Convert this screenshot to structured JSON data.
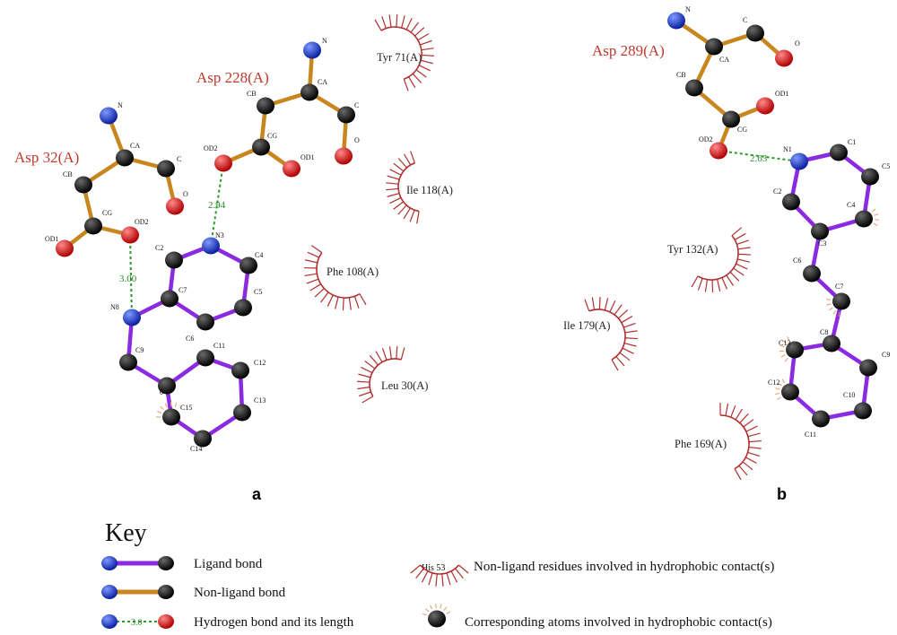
{
  "panel_a": {
    "label": "a",
    "residues": {
      "asp32": "Asp 32(A)",
      "asp228": "Asp 228(A)"
    },
    "hydrophobic": {
      "tyr71": "Tyr 71(A)",
      "ile118": "Ile 118(A)",
      "phe108": "Phe 108(A)",
      "leu30": "Leu 30(A)"
    },
    "hbonds": {
      "hb1": "2.94",
      "hb2": "3.00"
    },
    "atoms": {
      "asp32_N": "N",
      "asp32_CA": "CA",
      "asp32_C": "C",
      "asp32_O": "O",
      "asp32_CB": "CB",
      "asp32_CG": "CG",
      "asp32_OD1": "OD1",
      "asp32_OD2": "OD2",
      "asp228_N": "N",
      "asp228_CA": "CA",
      "asp228_C": "C",
      "asp228_O": "O",
      "asp228_CB": "CB",
      "asp228_CG": "CG",
      "asp228_OD1": "OD1",
      "asp228_OD2": "OD2",
      "lig_N3": "N3",
      "lig_C2": "C2",
      "lig_C4": "C4",
      "lig_C5": "C5",
      "lig_C6": "C6",
      "lig_C7": "C7",
      "lig_N8": "N8",
      "lig_C9": "C9",
      "lig_C11": "C11",
      "lig_C12": "C12",
      "lig_C13": "C13",
      "lig_C14": "C14",
      "lig_C15": "C15",
      "lig_0": "0"
    }
  },
  "panel_b": {
    "label": "b",
    "residues": {
      "asp289": "Asp 289(A)"
    },
    "hydrophobic": {
      "tyr132": "Tyr 132(A)",
      "ile179": "Ile 179(A)",
      "phe169": "Phe 169(A)"
    },
    "hbonds": {
      "hb1": "2.63"
    },
    "atoms": {
      "asp289_N": "N",
      "asp289_CA": "CA",
      "asp289_C": "C",
      "asp289_O": "O",
      "asp289_CB": "CB",
      "asp289_CG": "CG",
      "asp289_OD1": "OD1",
      "asp289_OD2": "OD2",
      "lig_N1": "N1",
      "lig_C1": "C1",
      "lig_C2": "C2",
      "lig_C3": "C3",
      "lig_C4": "C4",
      "lig_C5": "C5",
      "lig_C6": "C6",
      "lig_C7": "C7",
      "lig_C8": "C8",
      "lig_C9": "C9",
      "lig_C10": "C10",
      "lig_C11": "C11",
      "lig_C12": "C12",
      "lig_C13": "C13"
    }
  },
  "key": {
    "title": "Key",
    "ligand_bond": "Ligand bond",
    "nonligand_bond": "Non-ligand bond",
    "hbond": "Hydrogen bond and its length",
    "hbond_sample": "3.0",
    "residue_sample": "His 53",
    "nonligand_residues": "Non-ligand residues involved in hydrophobic contact(s)",
    "corresponding_atoms": "Corresponding atoms involved in hydrophobic contact(s)"
  },
  "colors": {
    "ligand_bond": "#8a2be2",
    "nonligand_bond": "#c8861e",
    "hbond": "#2a9a2a",
    "residue_label": "#c0392b",
    "carbon": "#111111",
    "nitrogen": "#1f3fd6",
    "oxygen": "#e01010",
    "hydrophobic_arc": "#b03030"
  }
}
